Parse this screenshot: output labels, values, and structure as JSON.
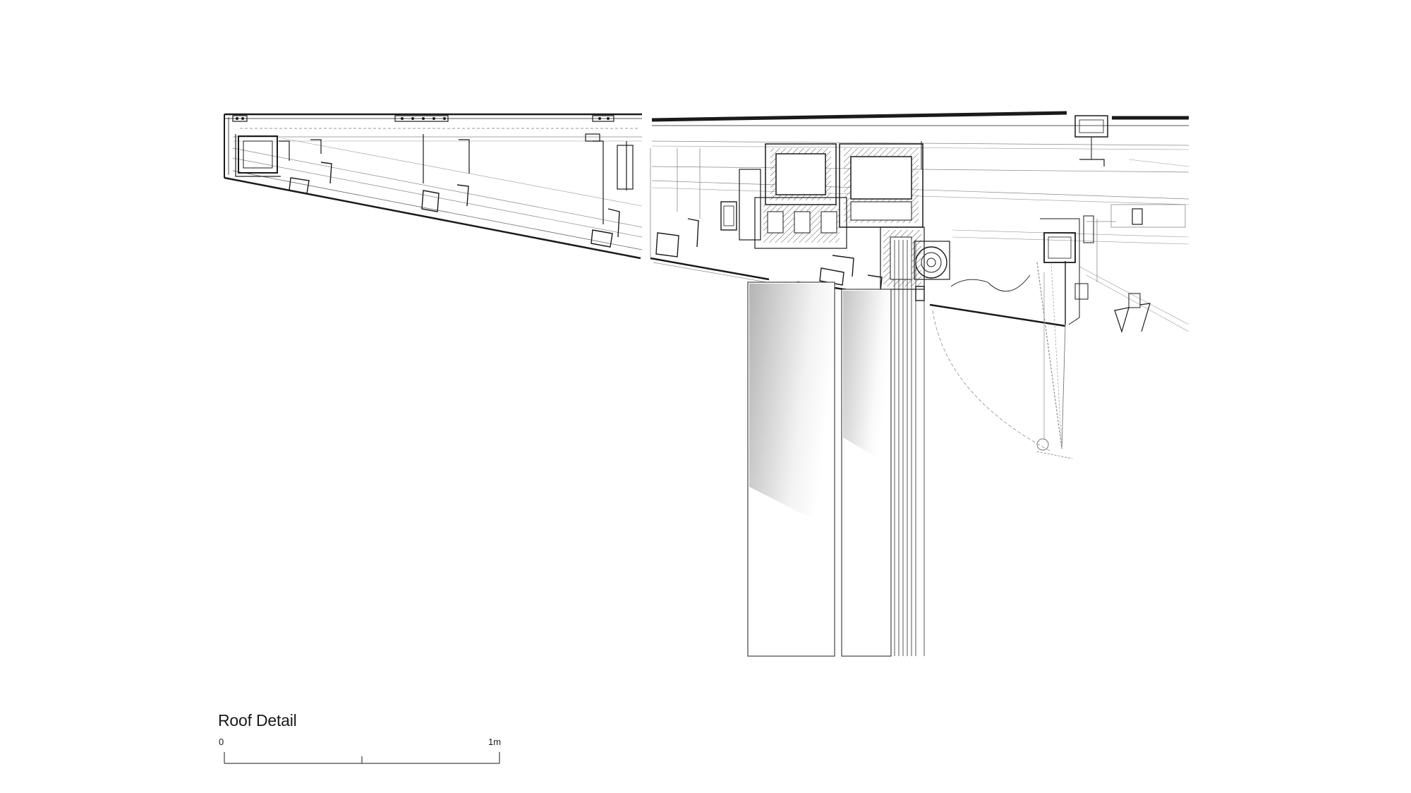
{
  "drawing": {
    "caption": "Roof Detail",
    "scale_bar": {
      "start_label": "0",
      "end_label": "1m"
    }
  },
  "colors": {
    "line": "#1a1a1a",
    "thin_line": "#666666",
    "light_line": "#9a9a9a",
    "glass_gradient_dark": "#b8b8b8",
    "glass_gradient_light": "#ffffff"
  }
}
